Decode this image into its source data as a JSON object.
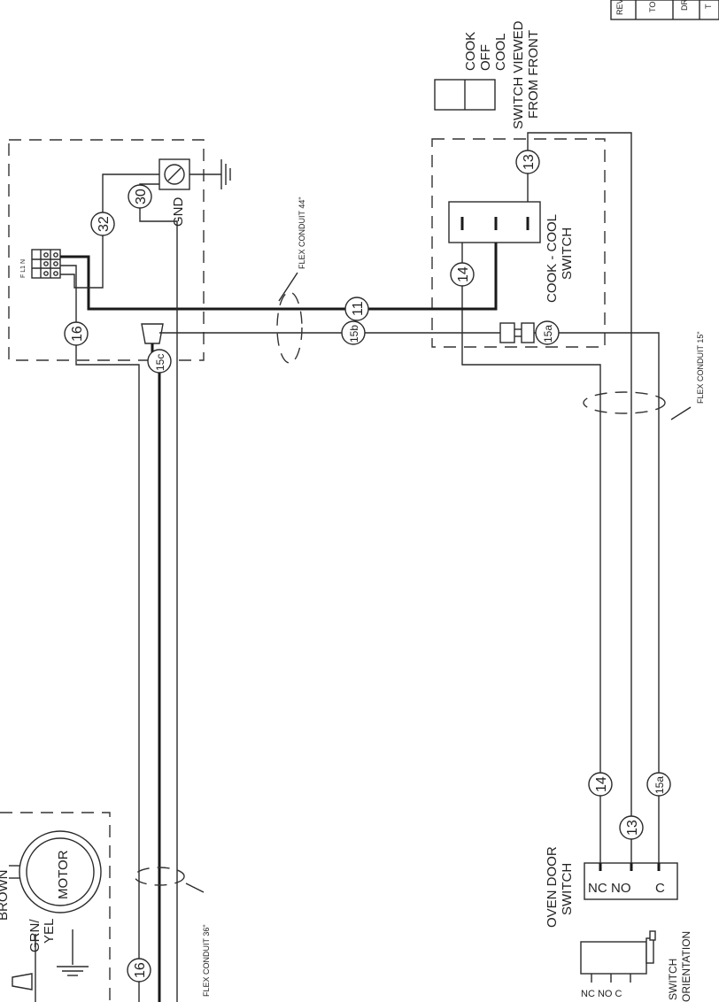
{
  "labels": {
    "switch_positions": [
      "COOK",
      "OFF",
      "COOL"
    ],
    "switch_viewed": [
      "SWITCH VIEWED",
      "FROM FRONT"
    ],
    "cook_cool_switch": [
      "COOK - COOL",
      "SWITCH"
    ],
    "gnd": "GND",
    "terminal_block": "F L1 N",
    "flex_conduit_44": "FLEX CONDUIT 44\"",
    "flex_conduit_15": "FLEX CONDUIT 15\"",
    "flex_conduit_36": "FLEX CONDUIT 36\"",
    "motor": "MOTOR",
    "brown": "BROWN",
    "grn_yel": [
      "GRN/",
      "YEL"
    ],
    "oven_door_switch": [
      "OVEN DOOR",
      "SWITCH"
    ],
    "door_terminals": [
      "NC",
      "NO",
      "C"
    ],
    "orientation_terminals": "NC  NO  C",
    "switch_orientation": [
      "SWITCH",
      "ORIENTATION"
    ],
    "title_block": [
      "REV",
      "TO",
      "DR",
      "T"
    ]
  },
  "wires": {
    "w13_top": "13",
    "w14_switch": "14",
    "w11": "11",
    "w15b": "15b",
    "w15a_top": "15a",
    "w32": "32",
    "w30": "30",
    "w16_top": "16",
    "w15c": "15c",
    "w14_door": "14",
    "w13_door": "13",
    "w15a_door": "15a",
    "w16_bottom": "16"
  }
}
